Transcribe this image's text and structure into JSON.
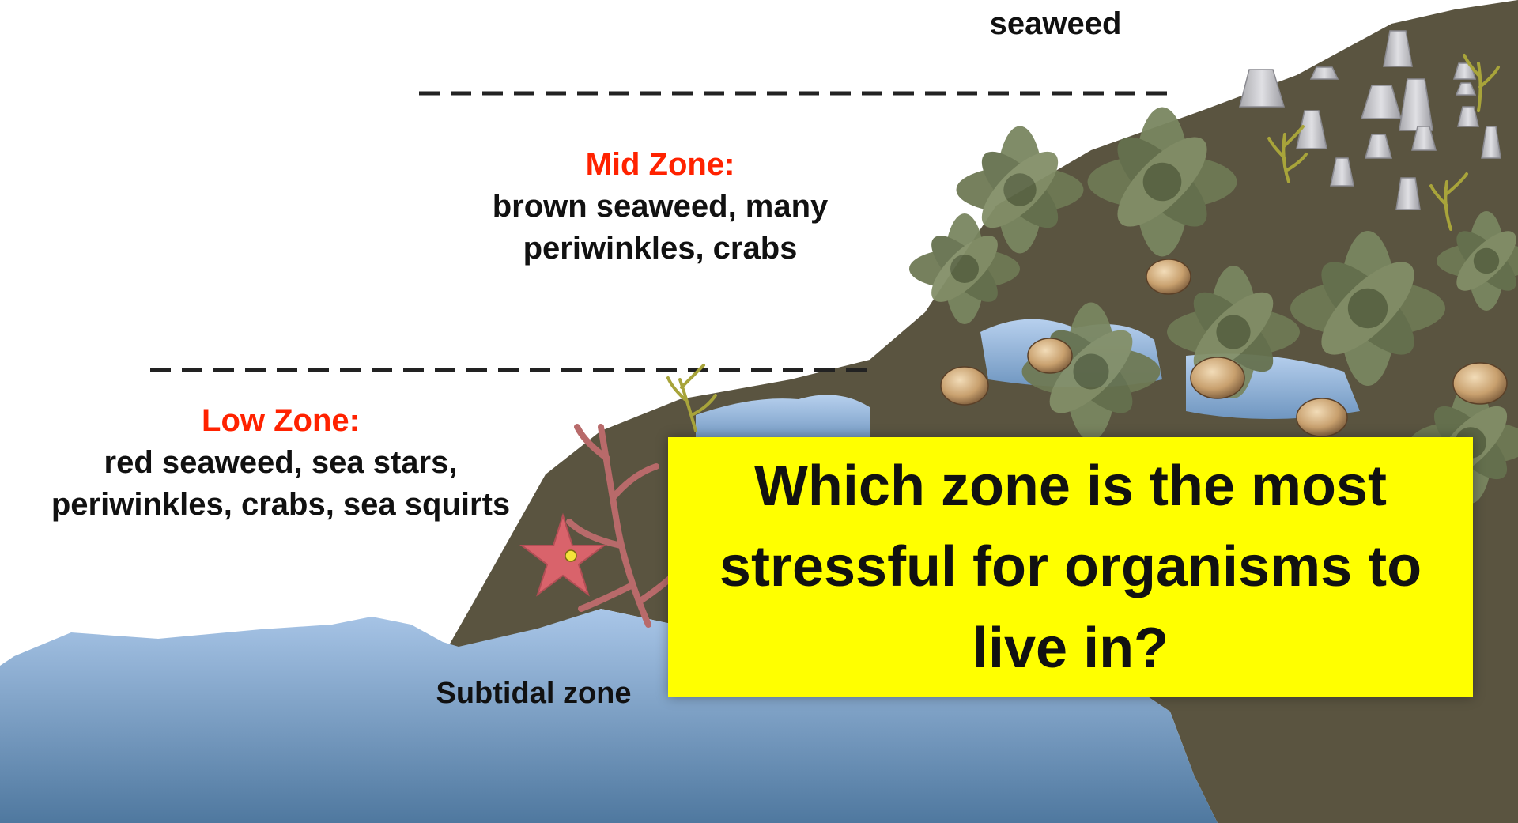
{
  "zones": {
    "high": {
      "desc": "seaweed"
    },
    "mid": {
      "title": "Mid Zone:",
      "desc": "brown seaweed, many\nperiwinkles, crabs"
    },
    "low": {
      "title": "Low Zone:",
      "desc": "red seaweed, sea stars,\nperiwinkles, crabs, sea squirts"
    },
    "subtidal": {
      "label": "Subtidal zone"
    }
  },
  "question": {
    "text": "Which zone is the most stressful for organisms to live in?"
  },
  "colors": {
    "zone_title": "#ff2200",
    "rock": "#5a5440",
    "water_light": "#a9c6e8",
    "water_dark": "#5d84ad",
    "question_bg": "#ffff00",
    "seaweed_brown": "#6d7a52",
    "seaweed_red": "#b86a6a",
    "sea_star": "#d9636b",
    "barnacle": "#c8c8cc",
    "periwinkle": "#c8a57a"
  },
  "icons": [
    "barnacle-icon",
    "periwinkle-icon",
    "sea-star-icon",
    "brown-seaweed-icon",
    "red-seaweed-icon",
    "yellow-seaweed-icon"
  ]
}
